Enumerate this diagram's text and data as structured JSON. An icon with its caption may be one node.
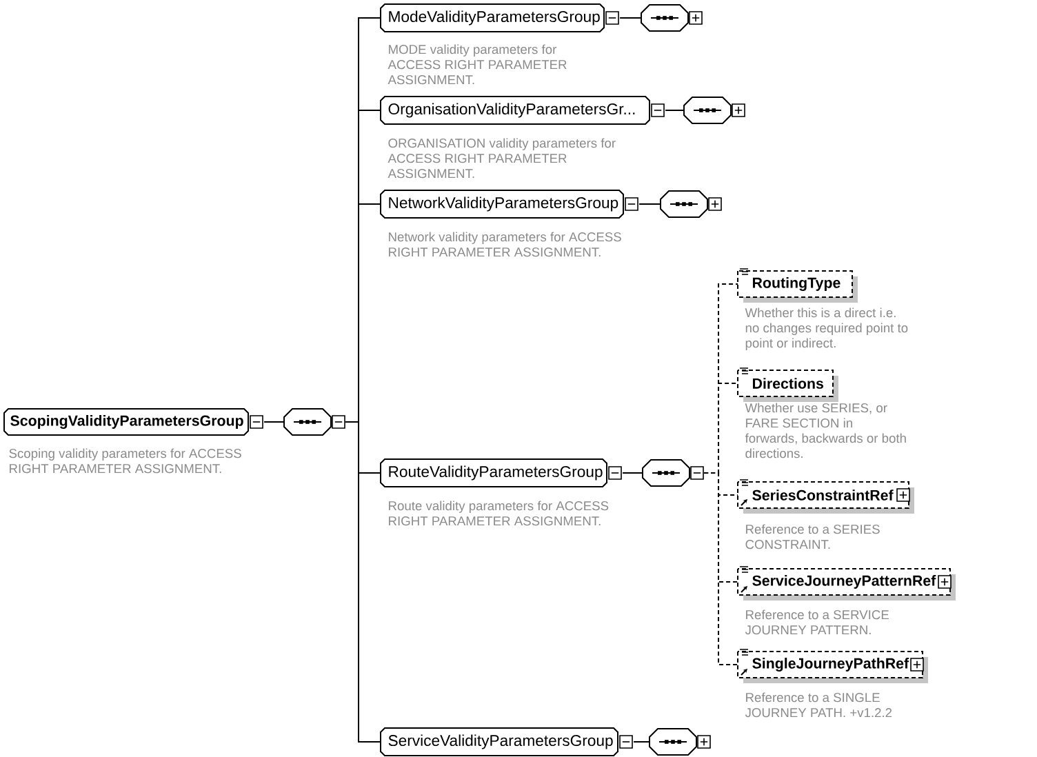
{
  "diagram": {
    "nodes": [
      {
        "text": [
          "ScopingValidityParametersGroup"
        ],
        "beside": [
          "Scoping validity parameters for ACCESS RIGHT PARAMETER ASSIGNMENT."
        ]
      },
      {
        "text": [],
        "shape": "octagon"
      },
      {
        "text": [
          "ModeValidityParametersGroup"
        ],
        "beside": [
          "MODE validity parameters for ACCESS RIGHT PARAMETER ASSIGNMENT."
        ]
      },
      {
        "text": [],
        "shape": "octagon"
      },
      {
        "text": [
          "OrganisationValidityParametersGr..."
        ],
        "beside": [
          "ORGANISATION validity parameters for ACCESS RIGHT PARAMETER ASSIGNMENT."
        ]
      },
      {
        "text": [],
        "shape": "octagon"
      },
      {
        "text": [
          "NetworkValidityParametersGroup"
        ],
        "beside": [
          "Network validity parameters for ACCESS RIGHT PARAMETER ASSIGNMENT."
        ]
      },
      {
        "text": [],
        "shape": "octagon"
      },
      {
        "text": [
          "RouteValidityParametersGroup"
        ],
        "beside": [
          "Route validity parameters for ACCESS RIGHT PARAMETER ASSIGNMENT."
        ]
      },
      {
        "text": [],
        "shape": "octagon"
      },
      {
        "text": [
          "RoutingType"
        ],
        "beside": [
          "Whether this is a direct i.e. no changes required point to point or indirect."
        ]
      },
      {
        "text": [
          "Directions"
        ],
        "beside": [
          "Whether use SERIES, or FARE SECTION in forwards, backwards or both directions."
        ]
      },
      {
        "text": [
          "SeriesConstraintRef"
        ],
        "beside": [
          "Reference to a SERIES CONSTRAINT."
        ]
      },
      {
        "text": [
          "ServiceJourneyPatternRef"
        ],
        "beside": [
          "Reference to a SERVICE JOURNEY PATTERN."
        ]
      },
      {
        "text": [
          "SingleJourneyPathRef"
        ],
        "beside": [
          "Reference to a SINGLE JOURNEY PATH. +v1.2.2"
        ]
      },
      {
        "text": [
          "ServiceValidityParametersGroup"
        ]
      },
      {
        "text": [],
        "shape": "octagon"
      }
    ],
    "edges": [
      {
        "from": 0,
        "to": 1,
        "arrow": "none"
      },
      {
        "from": 1,
        "to": 2,
        "arrow": "none"
      },
      {
        "from": 2,
        "to": 3,
        "arrow": "none"
      },
      {
        "from": 1,
        "to": 4,
        "arrow": "none"
      },
      {
        "from": 4,
        "to": 5,
        "arrow": "none"
      },
      {
        "from": 1,
        "to": 6,
        "arrow": "none"
      },
      {
        "from": 6,
        "to": 7,
        "arrow": "none"
      },
      {
        "from": 1,
        "to": 8,
        "arrow": "none"
      },
      {
        "from": 8,
        "to": 9,
        "arrow": "none"
      },
      {
        "from": 9,
        "to": 10,
        "arrow": "none",
        "style": "dashed"
      },
      {
        "from": 9,
        "to": 11,
        "arrow": "none",
        "style": "dashed"
      },
      {
        "from": 9,
        "to": 12,
        "arrow": "none",
        "style": "dashed"
      },
      {
        "from": 9,
        "to": 13,
        "arrow": "none",
        "style": "dashed"
      },
      {
        "from": 9,
        "to": 14,
        "arrow": "none",
        "style": "dashed"
      },
      {
        "from": 1,
        "to": 15,
        "arrow": "none"
      },
      {
        "from": 15,
        "to": 16,
        "arrow": "none"
      }
    ]
  }
}
